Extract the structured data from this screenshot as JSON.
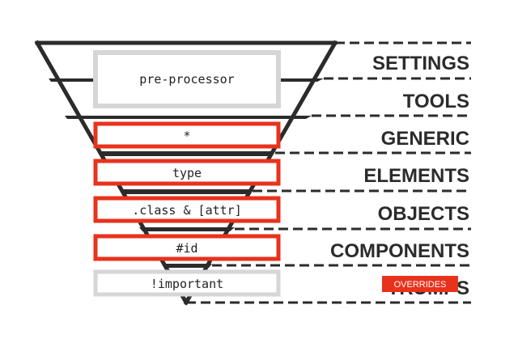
{
  "colors": {
    "funnel": "#2b2b2b",
    "accent_red": "#e8321c",
    "muted_gray": "#d6d6d6",
    "text_dark": "#2b2b2b"
  },
  "layers": [
    {
      "key": "settings",
      "label": "SETTINGS"
    },
    {
      "key": "tools",
      "label": "TOOLS"
    },
    {
      "key": "generic",
      "label": "GENERIC"
    },
    {
      "key": "elements",
      "label": "ELEMENTS"
    },
    {
      "key": "objects",
      "label": "OBJECTS"
    },
    {
      "key": "components",
      "label": "COMPONENTS"
    },
    {
      "key": "trumps",
      "label": "TRUMPS"
    }
  ],
  "selectors": {
    "preprocessor": "pre-processor",
    "universal": "*",
    "type": "type",
    "class_attr": ".class & [attr]",
    "id": "#id",
    "important": "!important"
  },
  "overrides_badge": "OVERRIDES"
}
